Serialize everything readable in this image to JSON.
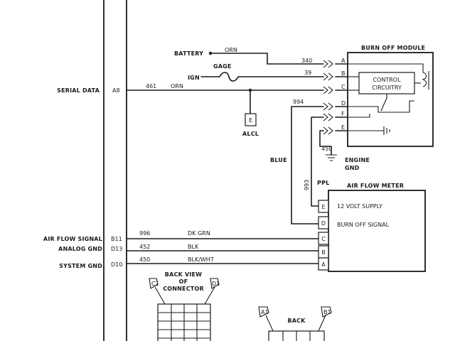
{
  "ecm": {
    "pins": {
      "A8": "A8",
      "B11": "B11",
      "D13": "D13",
      "D10": "D10"
    },
    "labels": {
      "serial_data": "SERIAL DATA",
      "air_flow_signal": "AIR FLOW SIGNAL",
      "analog_gnd": "ANALOG GND",
      "system_gnd": "SYSTEM GND"
    }
  },
  "wires": {
    "battery": "BATTERY",
    "ign": "IGN",
    "gage": "GAGE",
    "orn": "ORN",
    "w340": "340",
    "w39": "39",
    "w461": "461",
    "w994": "994",
    "w450": "450",
    "w993": "993",
    "w996": "996",
    "w452": "452",
    "w450b": "450",
    "blue": "BLUE",
    "ppl": "PPL",
    "dk_grn": "DK GRN",
    "blk": "BLK",
    "blk_wht": "BLK/WHT"
  },
  "alcl": {
    "pin": "E",
    "label": "ALCL"
  },
  "engine_gnd": {
    "line1": "ENGINE",
    "line2": "GND"
  },
  "burn_off_module": {
    "title": "BURN OFF MODULE",
    "control_line1": "CONTROL",
    "control_line2": "CIRCUITRY",
    "pins": [
      "A",
      "B",
      "C",
      "D",
      "F",
      "E"
    ]
  },
  "air_flow_meter": {
    "title": "AIR FLOW METER",
    "pins": [
      "E",
      "D",
      "C",
      "B",
      "A"
    ],
    "e_label": "12 VOLT SUPPLY",
    "d_label": "BURN OFF SIGNAL"
  },
  "back_view": {
    "line1": "BACK VIEW",
    "line2": "OF",
    "line3": "CONNECTOR",
    "c1": "C1",
    "d1": "D1"
  },
  "back2": {
    "label": "BACK",
    "a1": "A1",
    "b1": "B1"
  }
}
